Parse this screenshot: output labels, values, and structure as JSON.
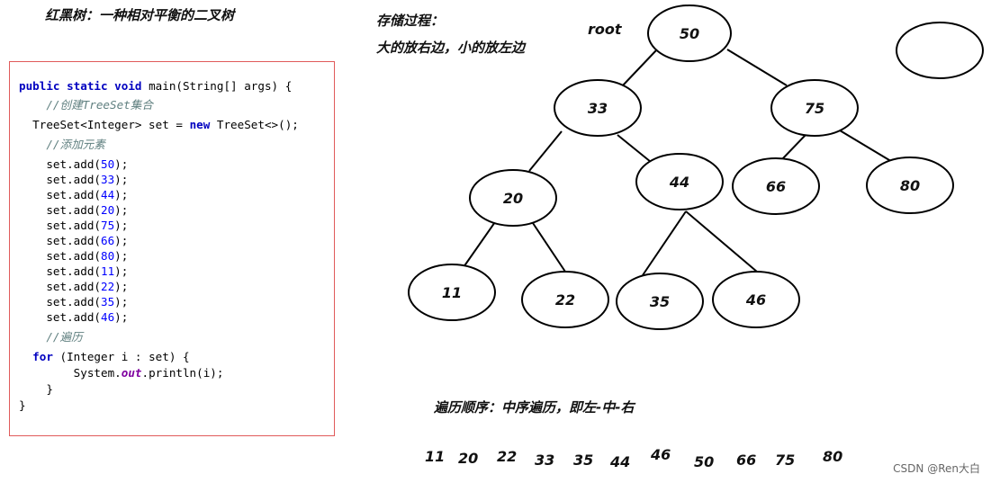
{
  "title": "红黑树：一种相对平衡的二叉树",
  "code": {
    "lines": [
      [
        {
          "t": "public static void",
          "c": "kw"
        },
        {
          "t": " main(String[] args) {",
          "c": ""
        }
      ],
      [
        {
          "t": "    //创建TreeSet集合",
          "c": "cm"
        }
      ],
      [
        {
          "t": "  TreeSet<Integer> set = ",
          "c": ""
        },
        {
          "t": "new",
          "c": "kw"
        },
        {
          "t": " TreeSet<>();",
          "c": ""
        }
      ],
      [
        {
          "t": "    //添加元素",
          "c": "cm"
        }
      ],
      [
        {
          "t": "    set.add(",
          "c": ""
        },
        {
          "t": "50",
          "c": "num"
        },
        {
          "t": ");",
          "c": ""
        }
      ],
      [
        {
          "t": "    set.add(",
          "c": ""
        },
        {
          "t": "33",
          "c": "num"
        },
        {
          "t": ");",
          "c": ""
        }
      ],
      [
        {
          "t": "    set.add(",
          "c": ""
        },
        {
          "t": "44",
          "c": "num"
        },
        {
          "t": ");",
          "c": ""
        }
      ],
      [
        {
          "t": "    set.add(",
          "c": ""
        },
        {
          "t": "20",
          "c": "num"
        },
        {
          "t": ");",
          "c": ""
        }
      ],
      [
        {
          "t": "    set.add(",
          "c": ""
        },
        {
          "t": "75",
          "c": "num"
        },
        {
          "t": ");",
          "c": ""
        }
      ],
      [
        {
          "t": "    set.add(",
          "c": ""
        },
        {
          "t": "66",
          "c": "num"
        },
        {
          "t": ");",
          "c": ""
        }
      ],
      [
        {
          "t": "    set.add(",
          "c": ""
        },
        {
          "t": "80",
          "c": "num"
        },
        {
          "t": ");",
          "c": ""
        }
      ],
      [
        {
          "t": "    set.add(",
          "c": ""
        },
        {
          "t": "11",
          "c": "num"
        },
        {
          "t": ");",
          "c": ""
        }
      ],
      [
        {
          "t": "    set.add(",
          "c": ""
        },
        {
          "t": "22",
          "c": "num"
        },
        {
          "t": ");",
          "c": ""
        }
      ],
      [
        {
          "t": "    set.add(",
          "c": ""
        },
        {
          "t": "35",
          "c": "num"
        },
        {
          "t": ");",
          "c": ""
        }
      ],
      [
        {
          "t": "    set.add(",
          "c": ""
        },
        {
          "t": "46",
          "c": "num"
        },
        {
          "t": ");",
          "c": ""
        }
      ],
      [
        {
          "t": "    //遍历",
          "c": "cm"
        }
      ],
      [
        {
          "t": "  ",
          "c": ""
        },
        {
          "t": "for",
          "c": "kw"
        },
        {
          "t": " (Integer i : set) {",
          "c": ""
        }
      ],
      [
        {
          "t": "        System.",
          "c": ""
        },
        {
          "t": "out",
          "c": "fld"
        },
        {
          "t": ".println(i);",
          "c": ""
        }
      ],
      [
        {
          "t": "    }",
          "c": ""
        }
      ],
      [
        {
          "t": "}",
          "c": ""
        }
      ]
    ]
  },
  "storage_note": {
    "line1": "存储过程：",
    "line2": "大的放右边，小的放左边"
  },
  "root_label": "root",
  "tree": {
    "nodes": [
      {
        "id": "n50",
        "label": "50"
      },
      {
        "id": "n33",
        "label": "33"
      },
      {
        "id": "n75",
        "label": "75"
      },
      {
        "id": "n20",
        "label": "20"
      },
      {
        "id": "n44",
        "label": "44"
      },
      {
        "id": "n66",
        "label": "66"
      },
      {
        "id": "n80",
        "label": "80"
      },
      {
        "id": "n11",
        "label": "11"
      },
      {
        "id": "n22",
        "label": "22"
      },
      {
        "id": "n35",
        "label": "35"
      },
      {
        "id": "n46",
        "label": "46"
      },
      {
        "id": "empty",
        "label": ""
      }
    ],
    "edges": [
      [
        "n50",
        "n33"
      ],
      [
        "n50",
        "n75"
      ],
      [
        "n33",
        "n20"
      ],
      [
        "n33",
        "n44"
      ],
      [
        "n75",
        "n66"
      ],
      [
        "n75",
        "n80"
      ],
      [
        "n20",
        "n11"
      ],
      [
        "n20",
        "n22"
      ],
      [
        "n44",
        "n35"
      ],
      [
        "n44",
        "n46"
      ]
    ]
  },
  "traversal_note": "遍历顺序：中序遍历，即左-中-右",
  "traversal_sequence": [
    "11",
    "20",
    "22",
    "33",
    "35",
    "44",
    "46",
    "50",
    "66",
    "75",
    "80"
  ],
  "watermark": "CSDN @Ren大白"
}
